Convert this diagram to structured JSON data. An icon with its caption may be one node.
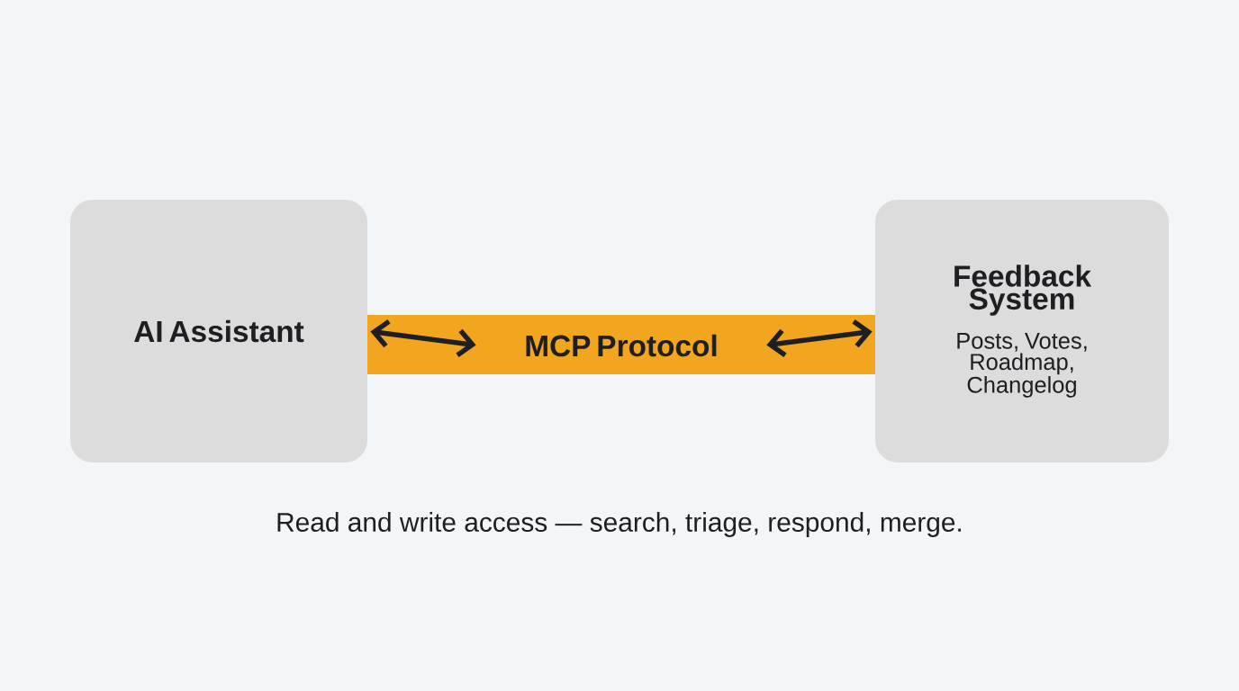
{
  "diagram": {
    "nodes": [
      {
        "text": [
          "AI Assistant"
        ]
      },
      {
        "text": [
          "MCP Protocol"
        ]
      },
      {
        "text": [
          "Feedback System",
          "Posts, Votes, Roadmap, Changelog"
        ]
      }
    ],
    "edges": [
      {
        "from": 0,
        "to": 1,
        "arrow": "both"
      },
      {
        "from": 1,
        "to": 2,
        "arrow": "both"
      }
    ],
    "caption": "Read and write access — search, triage, respond, merge."
  }
}
